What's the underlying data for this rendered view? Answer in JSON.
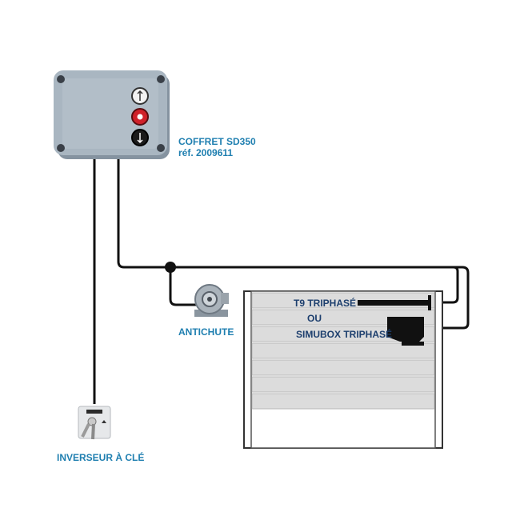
{
  "colors": {
    "wire": "#111111",
    "label_blue": "#1f7fb0",
    "label_navy": "#1d3f6e",
    "box_body": "#a9b6c1",
    "box_shadow": "#8593a0",
    "slat": "#dcdcdc",
    "slat_line": "#b8b8b8",
    "red_button": "#d0212a",
    "motor": "#111111"
  },
  "icons": {
    "control_box": "control-box-icon",
    "antichute": "brake-icon",
    "key_switch": "key-switch-icon",
    "tube_motor": "tube-motor-icon",
    "box_motor": "box-motor-icon"
  },
  "coffret": {
    "line1": "COFFRET SD350",
    "line2": "réf. 2009611"
  },
  "antichute": {
    "label": "ANTICHUTE"
  },
  "inverseur": {
    "label": "INVERSEUR À CLÉ"
  },
  "motor": {
    "option1": "T9 TRIPHASÉ",
    "separator": "OU",
    "option2": "SIMUBOX TRIPHASÉ"
  }
}
